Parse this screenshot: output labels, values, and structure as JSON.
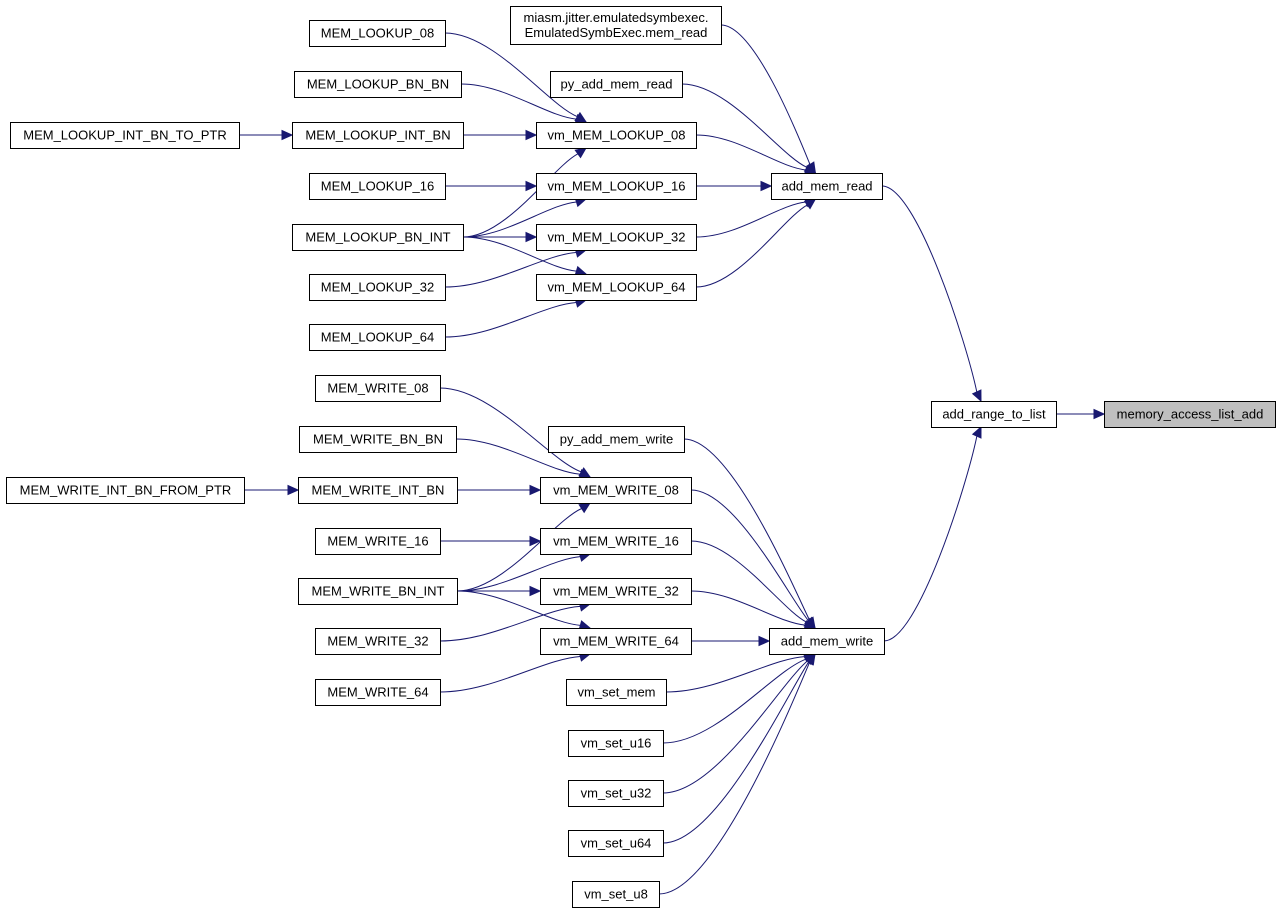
{
  "graph": {
    "nodes": [
      {
        "id": "memory_access_list_add",
        "label": "memory_access_list_add",
        "highlight": true
      },
      {
        "id": "add_range_to_list",
        "label": "add_range_to_list"
      },
      {
        "id": "add_mem_read",
        "label": "add_mem_read"
      },
      {
        "id": "add_mem_write",
        "label": "add_mem_write"
      },
      {
        "id": "emulated_mem_read",
        "label": "miasm.jitter.emulatedsymbexec.\nEmulatedSymbExec.mem_read"
      },
      {
        "id": "py_add_mem_read",
        "label": "py_add_mem_read"
      },
      {
        "id": "vm_MEM_LOOKUP_08",
        "label": "vm_MEM_LOOKUP_08"
      },
      {
        "id": "vm_MEM_LOOKUP_16",
        "label": "vm_MEM_LOOKUP_16"
      },
      {
        "id": "vm_MEM_LOOKUP_32",
        "label": "vm_MEM_LOOKUP_32"
      },
      {
        "id": "vm_MEM_LOOKUP_64",
        "label": "vm_MEM_LOOKUP_64"
      },
      {
        "id": "MEM_LOOKUP_08",
        "label": "MEM_LOOKUP_08"
      },
      {
        "id": "MEM_LOOKUP_BN_BN",
        "label": "MEM_LOOKUP_BN_BN"
      },
      {
        "id": "MEM_LOOKUP_INT_BN",
        "label": "MEM_LOOKUP_INT_BN"
      },
      {
        "id": "MEM_LOOKUP_INT_BN_TO_PTR",
        "label": "MEM_LOOKUP_INT_BN_TO_PTR"
      },
      {
        "id": "MEM_LOOKUP_16",
        "label": "MEM_LOOKUP_16"
      },
      {
        "id": "MEM_LOOKUP_BN_INT",
        "label": "MEM_LOOKUP_BN_INT"
      },
      {
        "id": "MEM_LOOKUP_32",
        "label": "MEM_LOOKUP_32"
      },
      {
        "id": "MEM_LOOKUP_64",
        "label": "MEM_LOOKUP_64"
      },
      {
        "id": "py_add_mem_write",
        "label": "py_add_mem_write"
      },
      {
        "id": "vm_MEM_WRITE_08",
        "label": "vm_MEM_WRITE_08"
      },
      {
        "id": "vm_MEM_WRITE_16",
        "label": "vm_MEM_WRITE_16"
      },
      {
        "id": "vm_MEM_WRITE_32",
        "label": "vm_MEM_WRITE_32"
      },
      {
        "id": "vm_MEM_WRITE_64",
        "label": "vm_MEM_WRITE_64"
      },
      {
        "id": "vm_set_mem",
        "label": "vm_set_mem"
      },
      {
        "id": "vm_set_u16",
        "label": "vm_set_u16"
      },
      {
        "id": "vm_set_u32",
        "label": "vm_set_u32"
      },
      {
        "id": "vm_set_u64",
        "label": "vm_set_u64"
      },
      {
        "id": "vm_set_u8",
        "label": "vm_set_u8"
      },
      {
        "id": "MEM_WRITE_08",
        "label": "MEM_WRITE_08"
      },
      {
        "id": "MEM_WRITE_BN_BN",
        "label": "MEM_WRITE_BN_BN"
      },
      {
        "id": "MEM_WRITE_INT_BN",
        "label": "MEM_WRITE_INT_BN"
      },
      {
        "id": "MEM_WRITE_INT_BN_FROM_PTR",
        "label": "MEM_WRITE_INT_BN_FROM_PTR"
      },
      {
        "id": "MEM_WRITE_16",
        "label": "MEM_WRITE_16"
      },
      {
        "id": "MEM_WRITE_BN_INT",
        "label": "MEM_WRITE_BN_INT"
      },
      {
        "id": "MEM_WRITE_32",
        "label": "MEM_WRITE_32"
      },
      {
        "id": "MEM_WRITE_64",
        "label": "MEM_WRITE_64"
      }
    ],
    "edges": [
      {
        "from": "add_range_to_list",
        "to": "memory_access_list_add"
      },
      {
        "from": "add_mem_read",
        "to": "add_range_to_list"
      },
      {
        "from": "add_mem_write",
        "to": "add_range_to_list"
      },
      {
        "from": "emulated_mem_read",
        "to": "add_mem_read"
      },
      {
        "from": "py_add_mem_read",
        "to": "add_mem_read"
      },
      {
        "from": "vm_MEM_LOOKUP_08",
        "to": "add_mem_read"
      },
      {
        "from": "vm_MEM_LOOKUP_16",
        "to": "add_mem_read"
      },
      {
        "from": "vm_MEM_LOOKUP_32",
        "to": "add_mem_read"
      },
      {
        "from": "vm_MEM_LOOKUP_64",
        "to": "add_mem_read"
      },
      {
        "from": "MEM_LOOKUP_08",
        "to": "vm_MEM_LOOKUP_08"
      },
      {
        "from": "MEM_LOOKUP_BN_BN",
        "to": "vm_MEM_LOOKUP_08"
      },
      {
        "from": "MEM_LOOKUP_INT_BN",
        "to": "vm_MEM_LOOKUP_08"
      },
      {
        "from": "MEM_LOOKUP_BN_INT",
        "to": "vm_MEM_LOOKUP_08"
      },
      {
        "from": "MEM_LOOKUP_INT_BN_TO_PTR",
        "to": "MEM_LOOKUP_INT_BN"
      },
      {
        "from": "MEM_LOOKUP_16",
        "to": "vm_MEM_LOOKUP_16"
      },
      {
        "from": "MEM_LOOKUP_BN_INT",
        "to": "vm_MEM_LOOKUP_16"
      },
      {
        "from": "MEM_LOOKUP_BN_INT",
        "to": "vm_MEM_LOOKUP_32"
      },
      {
        "from": "MEM_LOOKUP_BN_INT",
        "to": "vm_MEM_LOOKUP_64"
      },
      {
        "from": "MEM_LOOKUP_32",
        "to": "vm_MEM_LOOKUP_32"
      },
      {
        "from": "MEM_LOOKUP_64",
        "to": "vm_MEM_LOOKUP_64"
      },
      {
        "from": "py_add_mem_write",
        "to": "add_mem_write"
      },
      {
        "from": "vm_MEM_WRITE_08",
        "to": "add_mem_write"
      },
      {
        "from": "vm_MEM_WRITE_16",
        "to": "add_mem_write"
      },
      {
        "from": "vm_MEM_WRITE_32",
        "to": "add_mem_write"
      },
      {
        "from": "vm_MEM_WRITE_64",
        "to": "add_mem_write"
      },
      {
        "from": "vm_set_mem",
        "to": "add_mem_write"
      },
      {
        "from": "vm_set_u16",
        "to": "add_mem_write"
      },
      {
        "from": "vm_set_u32",
        "to": "add_mem_write"
      },
      {
        "from": "vm_set_u64",
        "to": "add_mem_write"
      },
      {
        "from": "vm_set_u8",
        "to": "add_mem_write"
      },
      {
        "from": "MEM_WRITE_08",
        "to": "vm_MEM_WRITE_08"
      },
      {
        "from": "MEM_WRITE_BN_BN",
        "to": "vm_MEM_WRITE_08"
      },
      {
        "from": "MEM_WRITE_INT_BN",
        "to": "vm_MEM_WRITE_08"
      },
      {
        "from": "MEM_WRITE_BN_INT",
        "to": "vm_MEM_WRITE_08"
      },
      {
        "from": "MEM_WRITE_INT_BN_FROM_PTR",
        "to": "MEM_WRITE_INT_BN"
      },
      {
        "from": "MEM_WRITE_16",
        "to": "vm_MEM_WRITE_16"
      },
      {
        "from": "MEM_WRITE_BN_INT",
        "to": "vm_MEM_WRITE_16"
      },
      {
        "from": "MEM_WRITE_BN_INT",
        "to": "vm_MEM_WRITE_32"
      },
      {
        "from": "MEM_WRITE_BN_INT",
        "to": "vm_MEM_WRITE_64"
      },
      {
        "from": "MEM_WRITE_32",
        "to": "vm_MEM_WRITE_32"
      },
      {
        "from": "MEM_WRITE_64",
        "to": "vm_MEM_WRITE_64"
      }
    ]
  },
  "colors": {
    "edge": "#191970",
    "node_fill": "#ffffff",
    "node_highlight_fill": "#bfbfbf",
    "node_stroke": "#000000"
  }
}
